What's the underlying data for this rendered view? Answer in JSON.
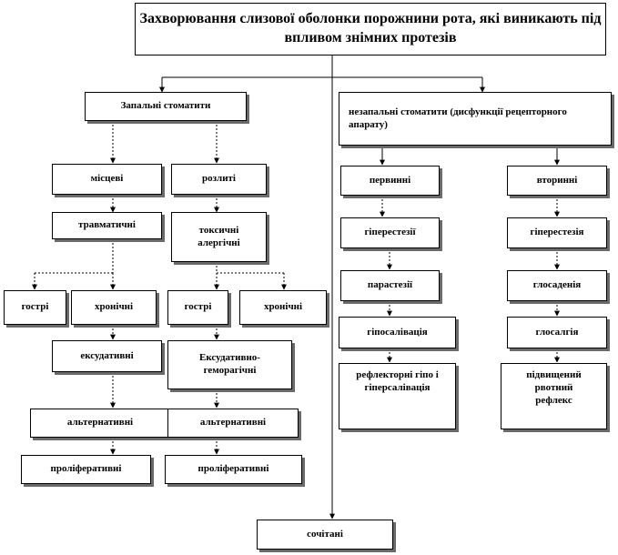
{
  "diagram": {
    "title": "Захворювання слизової оболонки порожнини рота, які виникають під впливом знімних протезів",
    "left_branch": {
      "heading": "Запальні стоматити",
      "local": "місцеві",
      "diffuse": "розлиті",
      "traumatic": "травматичні",
      "toxic_allergic": "токсичні\nалергічні",
      "acute_local": "гострі",
      "chronic_local": "хронічні",
      "acute_diffuse": "гострі",
      "chronic_diffuse": "хронічні",
      "exudative": "ексудативні",
      "exudative_hemorrhagic": "Ексудативно-\nгеморагічні",
      "alternative_local": "альтернативні",
      "alternative_diffuse": "альтернативні",
      "proliferative_local": "проліферативні",
      "proliferative_diffuse": "проліферативні"
    },
    "right_branch": {
      "heading": "незапальні стоматити (дисфункції рецепторного апарату)",
      "primary": "первинні",
      "secondary": "вторинні",
      "hyperesthesia_primary": "гіперестезії",
      "hyperesthesia_secondary": "гіперестезія",
      "paresthesia": "парастезії",
      "glossodynia": "глосаденія",
      "hyposalivation": "гіпосалівація",
      "glossalgia": "глосалгія",
      "reflex_salivation": "рефлекторні гіпо і гіперсалівація",
      "gag_reflex": "підвищений\nрвотний\nрефлекс"
    },
    "combined": "сочітані"
  }
}
